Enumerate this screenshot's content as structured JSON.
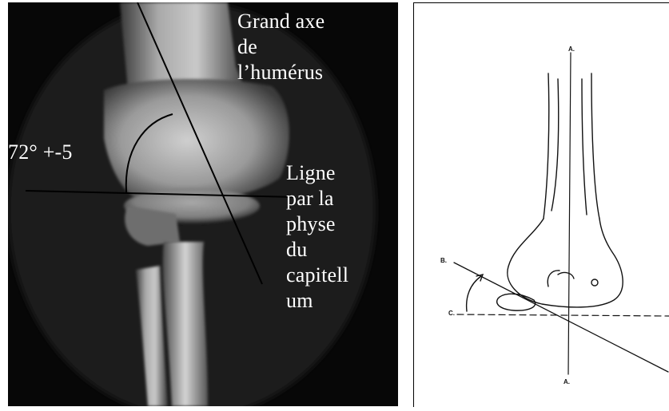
{
  "xray": {
    "labels": {
      "humerus_axis": "Grand axe\nde\nl’humérus",
      "angle": "72° +-5",
      "capitellum_line": "Ligne\npar la\nphyse\ndu\ncapitell\num"
    }
  },
  "drawing": {
    "letters": {
      "a_top": "A.",
      "b": "B.",
      "c": "C.",
      "a_bottom": "A."
    }
  },
  "colors": {
    "xray_background": "#070707",
    "bone": "#bdbdbd",
    "annotation": "#000000",
    "label_text": "#ffffff"
  }
}
